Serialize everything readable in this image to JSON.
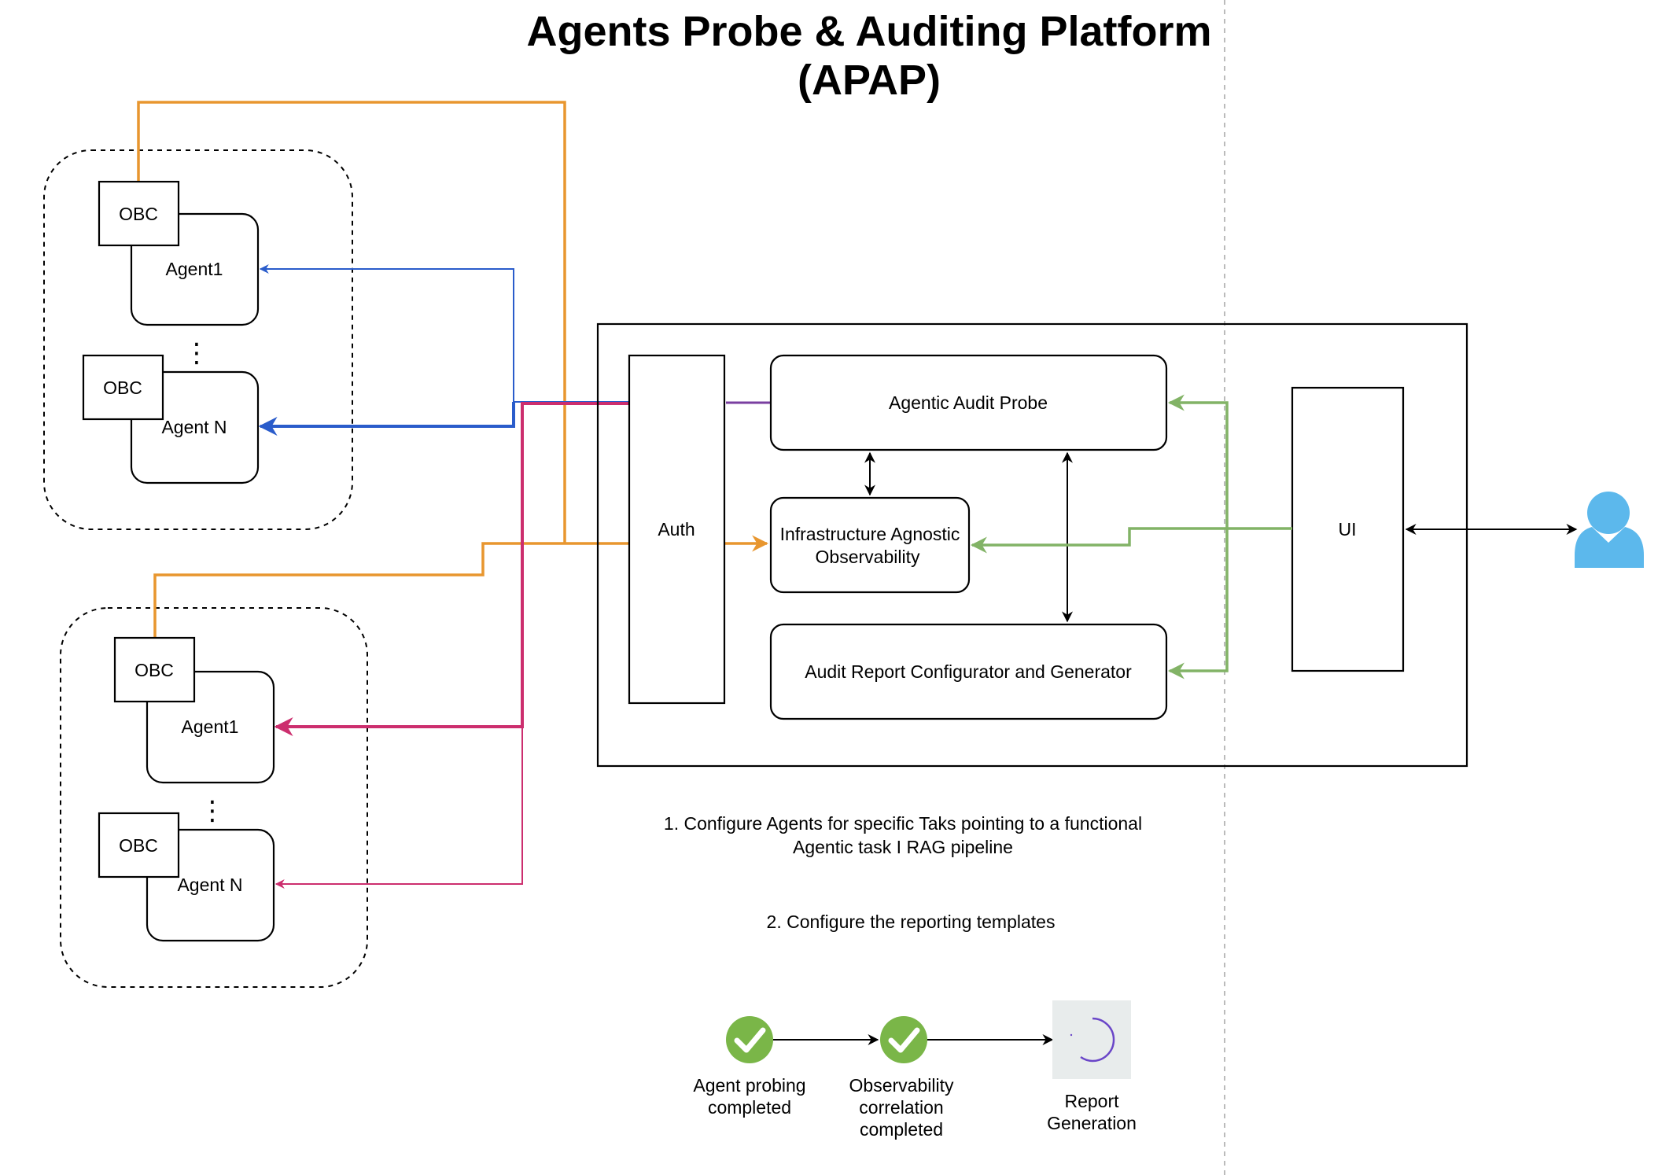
{
  "title": {
    "line1": "Agents Probe & Auditing Platform",
    "line2": "(APAP)"
  },
  "agent_groups": [
    {
      "agents": [
        {
          "obc_label": "OBC",
          "agent_label": "Agent1"
        },
        {
          "obc_label": "OBC",
          "agent_label": "Agent N"
        }
      ],
      "ellipsis": "⋮"
    },
    {
      "agents": [
        {
          "obc_label": "OBC",
          "agent_label": "Agent1"
        },
        {
          "obc_label": "OBC",
          "agent_label": "Agent N"
        }
      ],
      "ellipsis": "⋮"
    }
  ],
  "platform": {
    "auth_label": "Auth",
    "audit_probe_label": "Agentic Audit Probe",
    "observability_label_line1": "Infrastructure Agnostic",
    "observability_label_line2": "Observability",
    "report_label": "Audit Report Configurator and Generator",
    "ui_label": "UI"
  },
  "user_icon": "user-icon",
  "notes": {
    "step1_line1": "1. Configure Agents for specific Taks pointing to a functional",
    "step1_line2": "Agentic task I RAG pipeline",
    "step2": "2. Configure the reporting templates"
  },
  "workflow": [
    {
      "label_line1": "Agent probing",
      "label_line2": "completed",
      "status": "completed",
      "icon": "check-circle-icon"
    },
    {
      "label_line1": "Observability",
      "label_line2": "correlation",
      "label_line3": "completed",
      "status": "completed",
      "icon": "check-circle-icon"
    },
    {
      "label_line1": "Report",
      "label_line2": "Generation",
      "status": "in-progress",
      "icon": "spinner-icon"
    }
  ],
  "colors": {
    "orange": "#E8962F",
    "blue": "#2A5CCB",
    "pink": "#CC2E6E",
    "purple": "#7A3FA0",
    "green": "#82B366",
    "check_green": "#7AB648",
    "user_blue": "#5CB8EC",
    "separator_gray": "#BBBBBB"
  }
}
